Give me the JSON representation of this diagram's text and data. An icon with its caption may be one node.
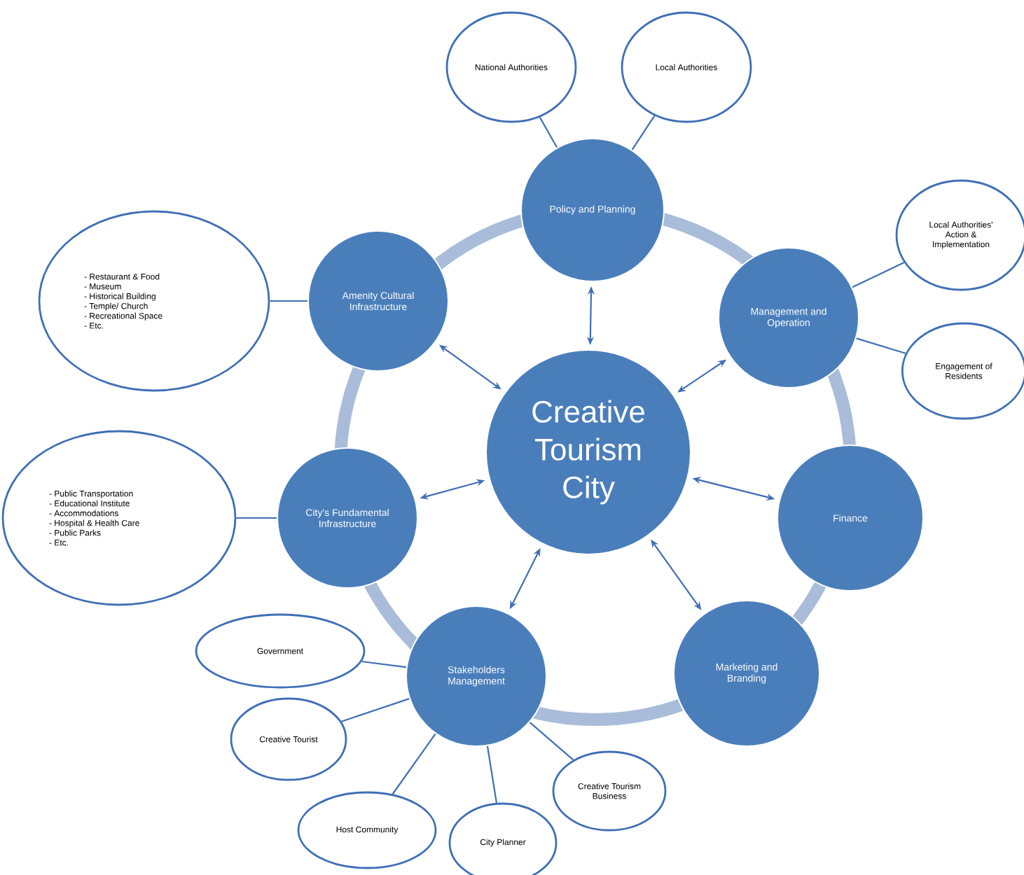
{
  "diagram": {
    "nodes": [
      {
        "text": [
          "Creative Tourism City"
        ]
      },
      {
        "text": [
          "Policy and Planning"
        ]
      },
      {
        "text": [
          "Management and Operation"
        ]
      },
      {
        "text": [
          "Finance"
        ]
      },
      {
        "text": [
          "Marketing and Branding"
        ]
      },
      {
        "text": [
          "Stakeholders Management"
        ]
      },
      {
        "text": [
          "City's Fundamental Infrastructure"
        ]
      },
      {
        "text": [
          "Amenity Cultural Infrastructure"
        ]
      },
      {
        "text": [
          "National Authorities"
        ]
      },
      {
        "text": [
          "Local Authorities"
        ]
      },
      {
        "text": [
          "Local Authorities' Action & Implementation"
        ]
      },
      {
        "text": [
          "Engagement of Residents"
        ]
      },
      {
        "text": [
          "- Restaurant & Food",
          "- Museum",
          "- Historical Building",
          "- Temple/ Church",
          "- Recreational Space",
          "- Etc."
        ]
      },
      {
        "text": [
          "- Public Transportation",
          "- Educational Institute",
          "- Accommodations",
          "- Hospital & Health Care",
          "- Public Parks",
          "- Etc."
        ]
      },
      {
        "text": [
          "Government"
        ]
      },
      {
        "text": [
          "Creative Tourist"
        ]
      },
      {
        "text": [
          "Host Community"
        ]
      },
      {
        "text": [
          "City Planner"
        ]
      },
      {
        "text": [
          "Creative Tourism Business"
        ]
      }
    ],
    "edges": [
      {
        "from": 0,
        "to": 1,
        "arrow": "both"
      },
      {
        "from": 0,
        "to": 2,
        "arrow": "both"
      },
      {
        "from": 0,
        "to": 3,
        "arrow": "both"
      },
      {
        "from": 0,
        "to": 4,
        "arrow": "both"
      },
      {
        "from": 0,
        "to": 5,
        "arrow": "both"
      },
      {
        "from": 0,
        "to": 6,
        "arrow": "both"
      },
      {
        "from": 0,
        "to": 7,
        "arrow": "both"
      },
      {
        "from": 1,
        "to": 8,
        "arrow": "none"
      },
      {
        "from": 1,
        "to": 9,
        "arrow": "none"
      },
      {
        "from": 2,
        "to": 10,
        "arrow": "none"
      },
      {
        "from": 2,
        "to": 11,
        "arrow": "none"
      },
      {
        "from": 7,
        "to": 12,
        "arrow": "none"
      },
      {
        "from": 6,
        "to": 13,
        "arrow": "none"
      },
      {
        "from": 5,
        "to": 14,
        "arrow": "none"
      },
      {
        "from": 5,
        "to": 15,
        "arrow": "none"
      },
      {
        "from": 5,
        "to": 16,
        "arrow": "none"
      },
      {
        "from": 5,
        "to": 17,
        "arrow": "none"
      },
      {
        "from": 5,
        "to": 18,
        "arrow": "none"
      }
    ]
  }
}
